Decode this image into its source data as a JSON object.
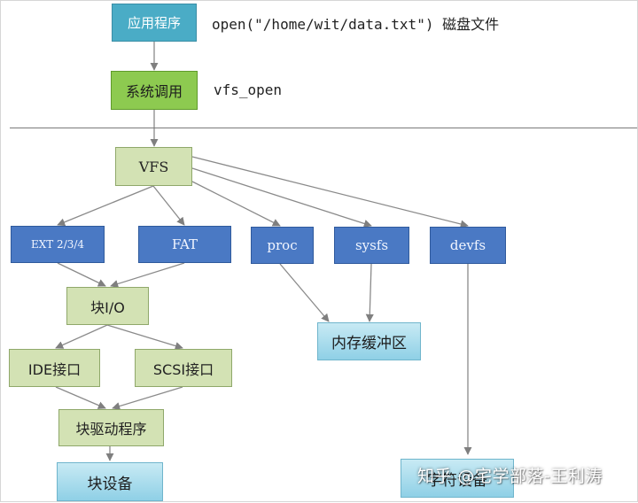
{
  "header": {
    "app_label": "应用程序",
    "path_call": "open(\"/home/wit/data.txt\")  磁盘文件",
    "syscall_label": "系统调用",
    "syscall_name": "vfs_open"
  },
  "nodes": {
    "vfs": "VFS",
    "ext": "EXT 2/3/4",
    "fat": "FAT",
    "proc": "proc",
    "sysfs": "sysfs",
    "devfs": "devfs",
    "block_io": "块I/O",
    "memory_buffer": "内存缓冲区",
    "ide": "IDE接口",
    "scsi": "SCSI接口",
    "block_driver": "块驱动程序",
    "block_device": "块设备",
    "char_device": "字符设备"
  },
  "watermark": "知乎 @宅学部落-王利涛",
  "colors": {
    "app_box": "#4aacc6",
    "syscall_box": "#8dca50",
    "vfs_layer_box": "#d3e2b4",
    "fs_box": "#4a79c4",
    "device_box": "#8fd0e6",
    "arrow": "#7f7f7f"
  }
}
